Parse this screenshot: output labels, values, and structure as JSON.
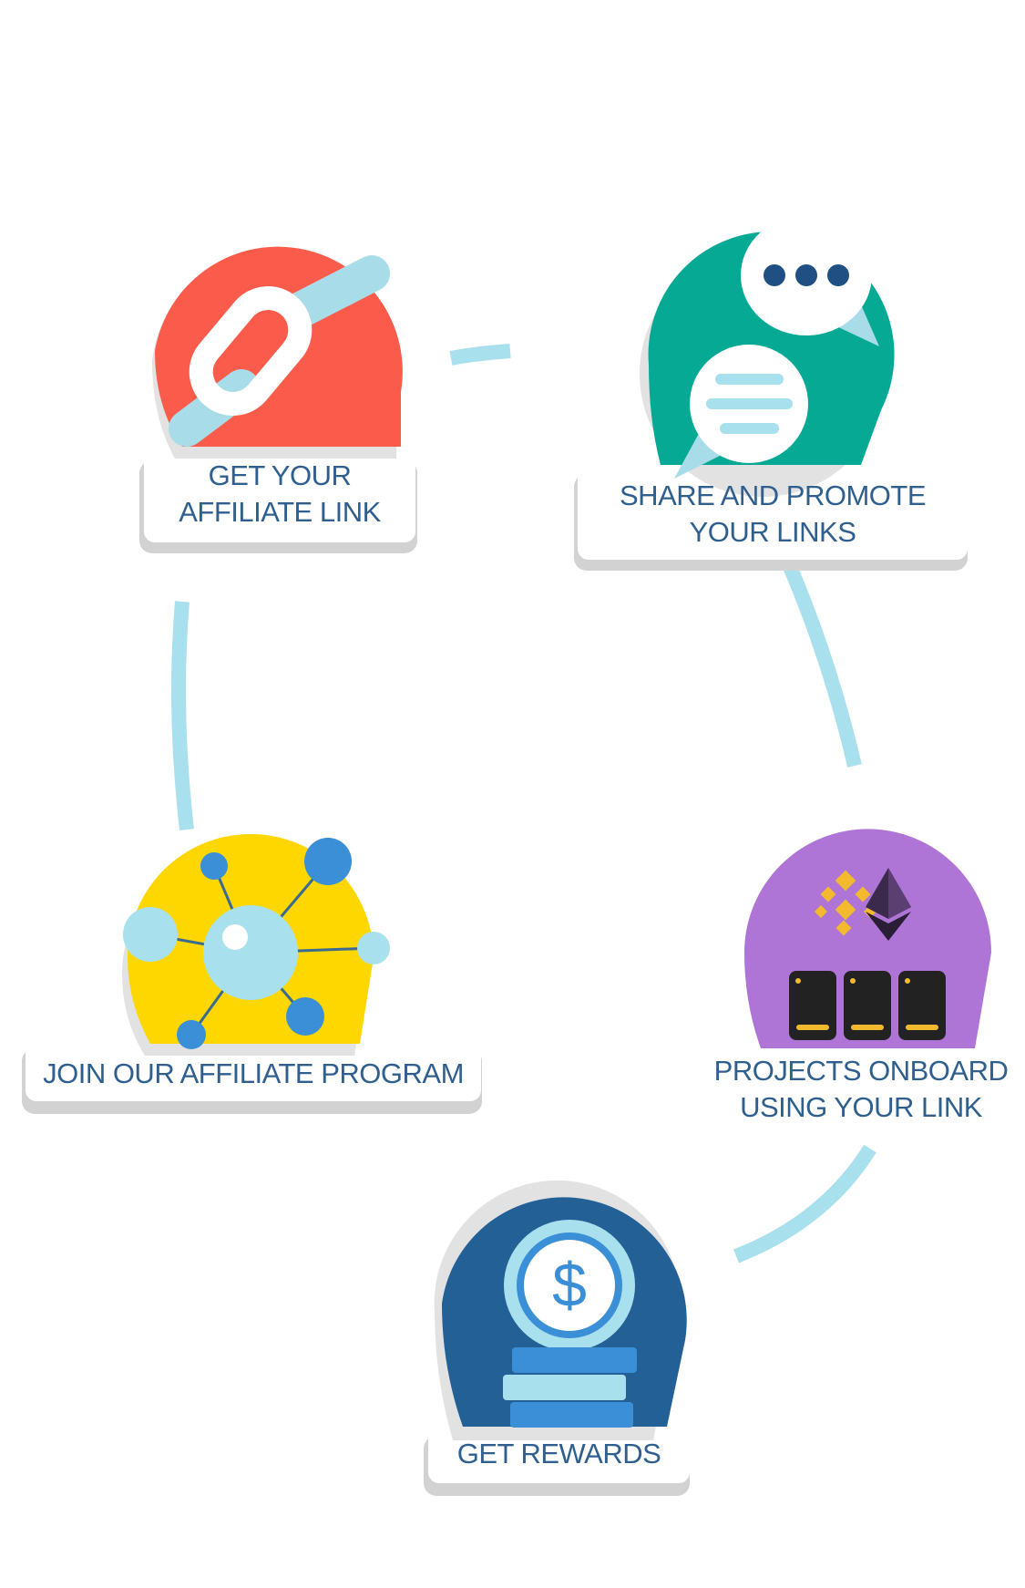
{
  "steps": [
    {
      "id": "get-link",
      "title_lines": [
        "GET YOUR",
        "AFFILIATE LINK"
      ],
      "icon": "chain-link-icon",
      "color": "#fb5b4b"
    },
    {
      "id": "share",
      "title_lines": [
        "SHARE AND PROMOTE",
        "YOUR LINKS"
      ],
      "icon": "speech-bubbles-icon",
      "color": "#06a994"
    },
    {
      "id": "join",
      "title_lines": [
        "JOIN OUR AFFILIATE PROGRAM"
      ],
      "icon": "network-nodes-icon",
      "color": "#fed700"
    },
    {
      "id": "onboard",
      "title_lines": [
        "PROJECTS ONBOARD",
        "USING YOUR LINK"
      ],
      "icon": "crypto-wallet-icon",
      "color": "#ae74d6"
    },
    {
      "id": "rewards",
      "title_lines": [
        "GET REWARDS"
      ],
      "icon": "dollar-coin-icon",
      "color": "#236096"
    }
  ],
  "colors": {
    "text": "#2f5f8f",
    "connector": "#a8e0ee",
    "shadow": "#d0d0d0"
  }
}
